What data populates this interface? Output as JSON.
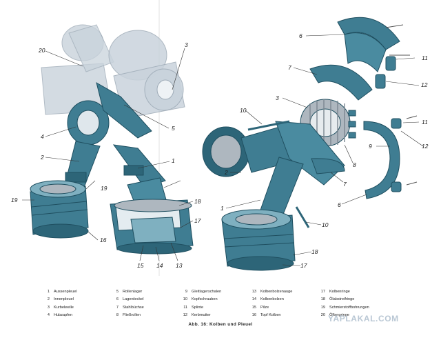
{
  "callouts": [
    "20",
    "3",
    "2",
    "4",
    "5",
    "1",
    "19",
    "19",
    "18",
    "17",
    "16",
    "15",
    "14",
    "13",
    "6",
    "11",
    "7",
    "3",
    "10",
    "12",
    "11",
    "9",
    "12",
    "8",
    "2",
    "7",
    "1",
    "6",
    "10",
    "18",
    "17"
  ],
  "legend": [
    {
      "num": "1",
      "label": "Aussenpleuel"
    },
    {
      "num": "5",
      "label": "Rollenlager"
    },
    {
      "num": "9",
      "label": "Gleitlagerschalen"
    },
    {
      "num": "13",
      "label": "Kolbenbolzenauge"
    },
    {
      "num": "17",
      "label": "Kolbenringe"
    },
    {
      "num": "2",
      "label": "Innenpleuel"
    },
    {
      "num": "6",
      "label": "Lagerdeckel"
    },
    {
      "num": "10",
      "label": "Kopfschrauben"
    },
    {
      "num": "14",
      "label": "Kolbenbolzen"
    },
    {
      "num": "18",
      "label": "Ölabstreifringe"
    },
    {
      "num": "3",
      "label": "Kurbelwelle"
    },
    {
      "num": "7",
      "label": "Stahlbüchse"
    },
    {
      "num": "11",
      "label": "Splinte"
    },
    {
      "num": "15",
      "label": "Pilze"
    },
    {
      "num": "19",
      "label": "Schmierstoffbohrungen"
    },
    {
      "num": "4",
      "label": "Hubzapfen"
    },
    {
      "num": "8",
      "label": "Fließrollen"
    },
    {
      "num": "12",
      "label": "Kerbmutter"
    },
    {
      "num": "16",
      "label": "Topf Kolben"
    },
    {
      "num": "20",
      "label": "Ölfangringe"
    }
  ],
  "caption": "Abb. 16: Kolben und Pleuel",
  "watermark": "YAPLAKAL.COM",
  "colors": {
    "part": "#3f7d92",
    "part_light": "#7fb0c0",
    "part_dark": "#1f4f60",
    "ghost": "#c9d3dc",
    "steel": "#aeb7bf"
  }
}
